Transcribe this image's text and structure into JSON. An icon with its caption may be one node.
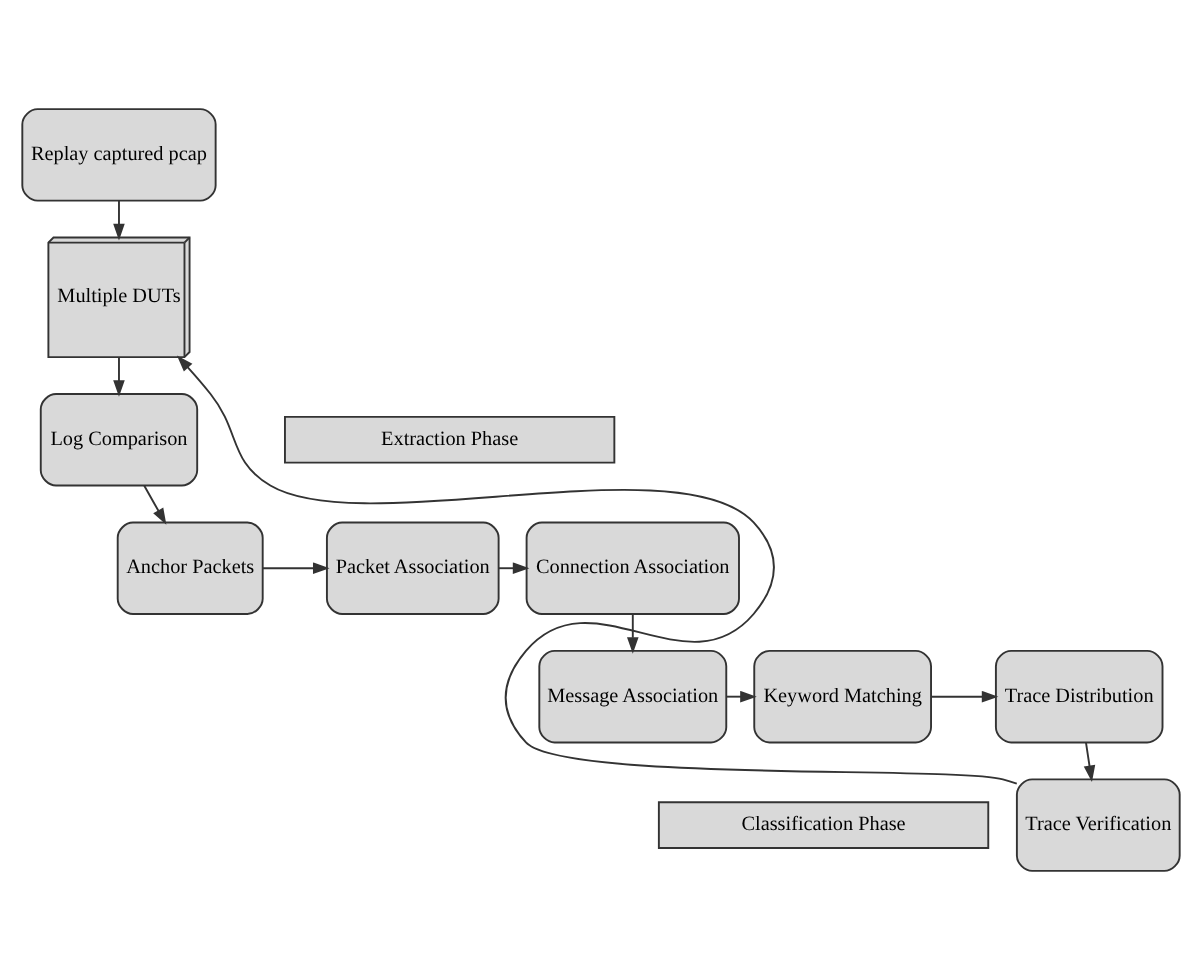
{
  "diagram": {
    "nodes": [
      {
        "text": [
          "Replay captured pcap"
        ]
      },
      {
        "text": [
          "Multiple DUTs"
        ]
      },
      {
        "text": [
          "Log Comparison"
        ]
      },
      {
        "text": [
          "Anchor Packets"
        ]
      },
      {
        "text": [
          "Packet Association"
        ]
      },
      {
        "text": [
          "Connection Association"
        ]
      },
      {
        "text": [
          "Extraction Phase"
        ]
      },
      {
        "text": [
          "Message Association"
        ]
      },
      {
        "text": [
          "Keyword Matching"
        ]
      },
      {
        "text": [
          "Trace Distribution"
        ]
      },
      {
        "text": [
          "Trace Verification"
        ]
      },
      {
        "text": [
          "Classification Phase"
        ]
      }
    ],
    "edges": [
      {
        "from": 0,
        "to": 1,
        "arrow": "to"
      },
      {
        "from": 1,
        "to": 2,
        "arrow": "to"
      },
      {
        "from": 2,
        "to": 3,
        "arrow": "to"
      },
      {
        "from": 3,
        "to": 4,
        "arrow": "to"
      },
      {
        "from": 4,
        "to": 5,
        "arrow": "to"
      },
      {
        "from": 5,
        "to": 7,
        "arrow": "to"
      },
      {
        "from": 7,
        "to": 8,
        "arrow": "to"
      },
      {
        "from": 8,
        "to": 9,
        "arrow": "to"
      },
      {
        "from": 9,
        "to": 10,
        "arrow": "to"
      },
      {
        "from": 10,
        "to": 1,
        "arrow": "to"
      }
    ]
  }
}
